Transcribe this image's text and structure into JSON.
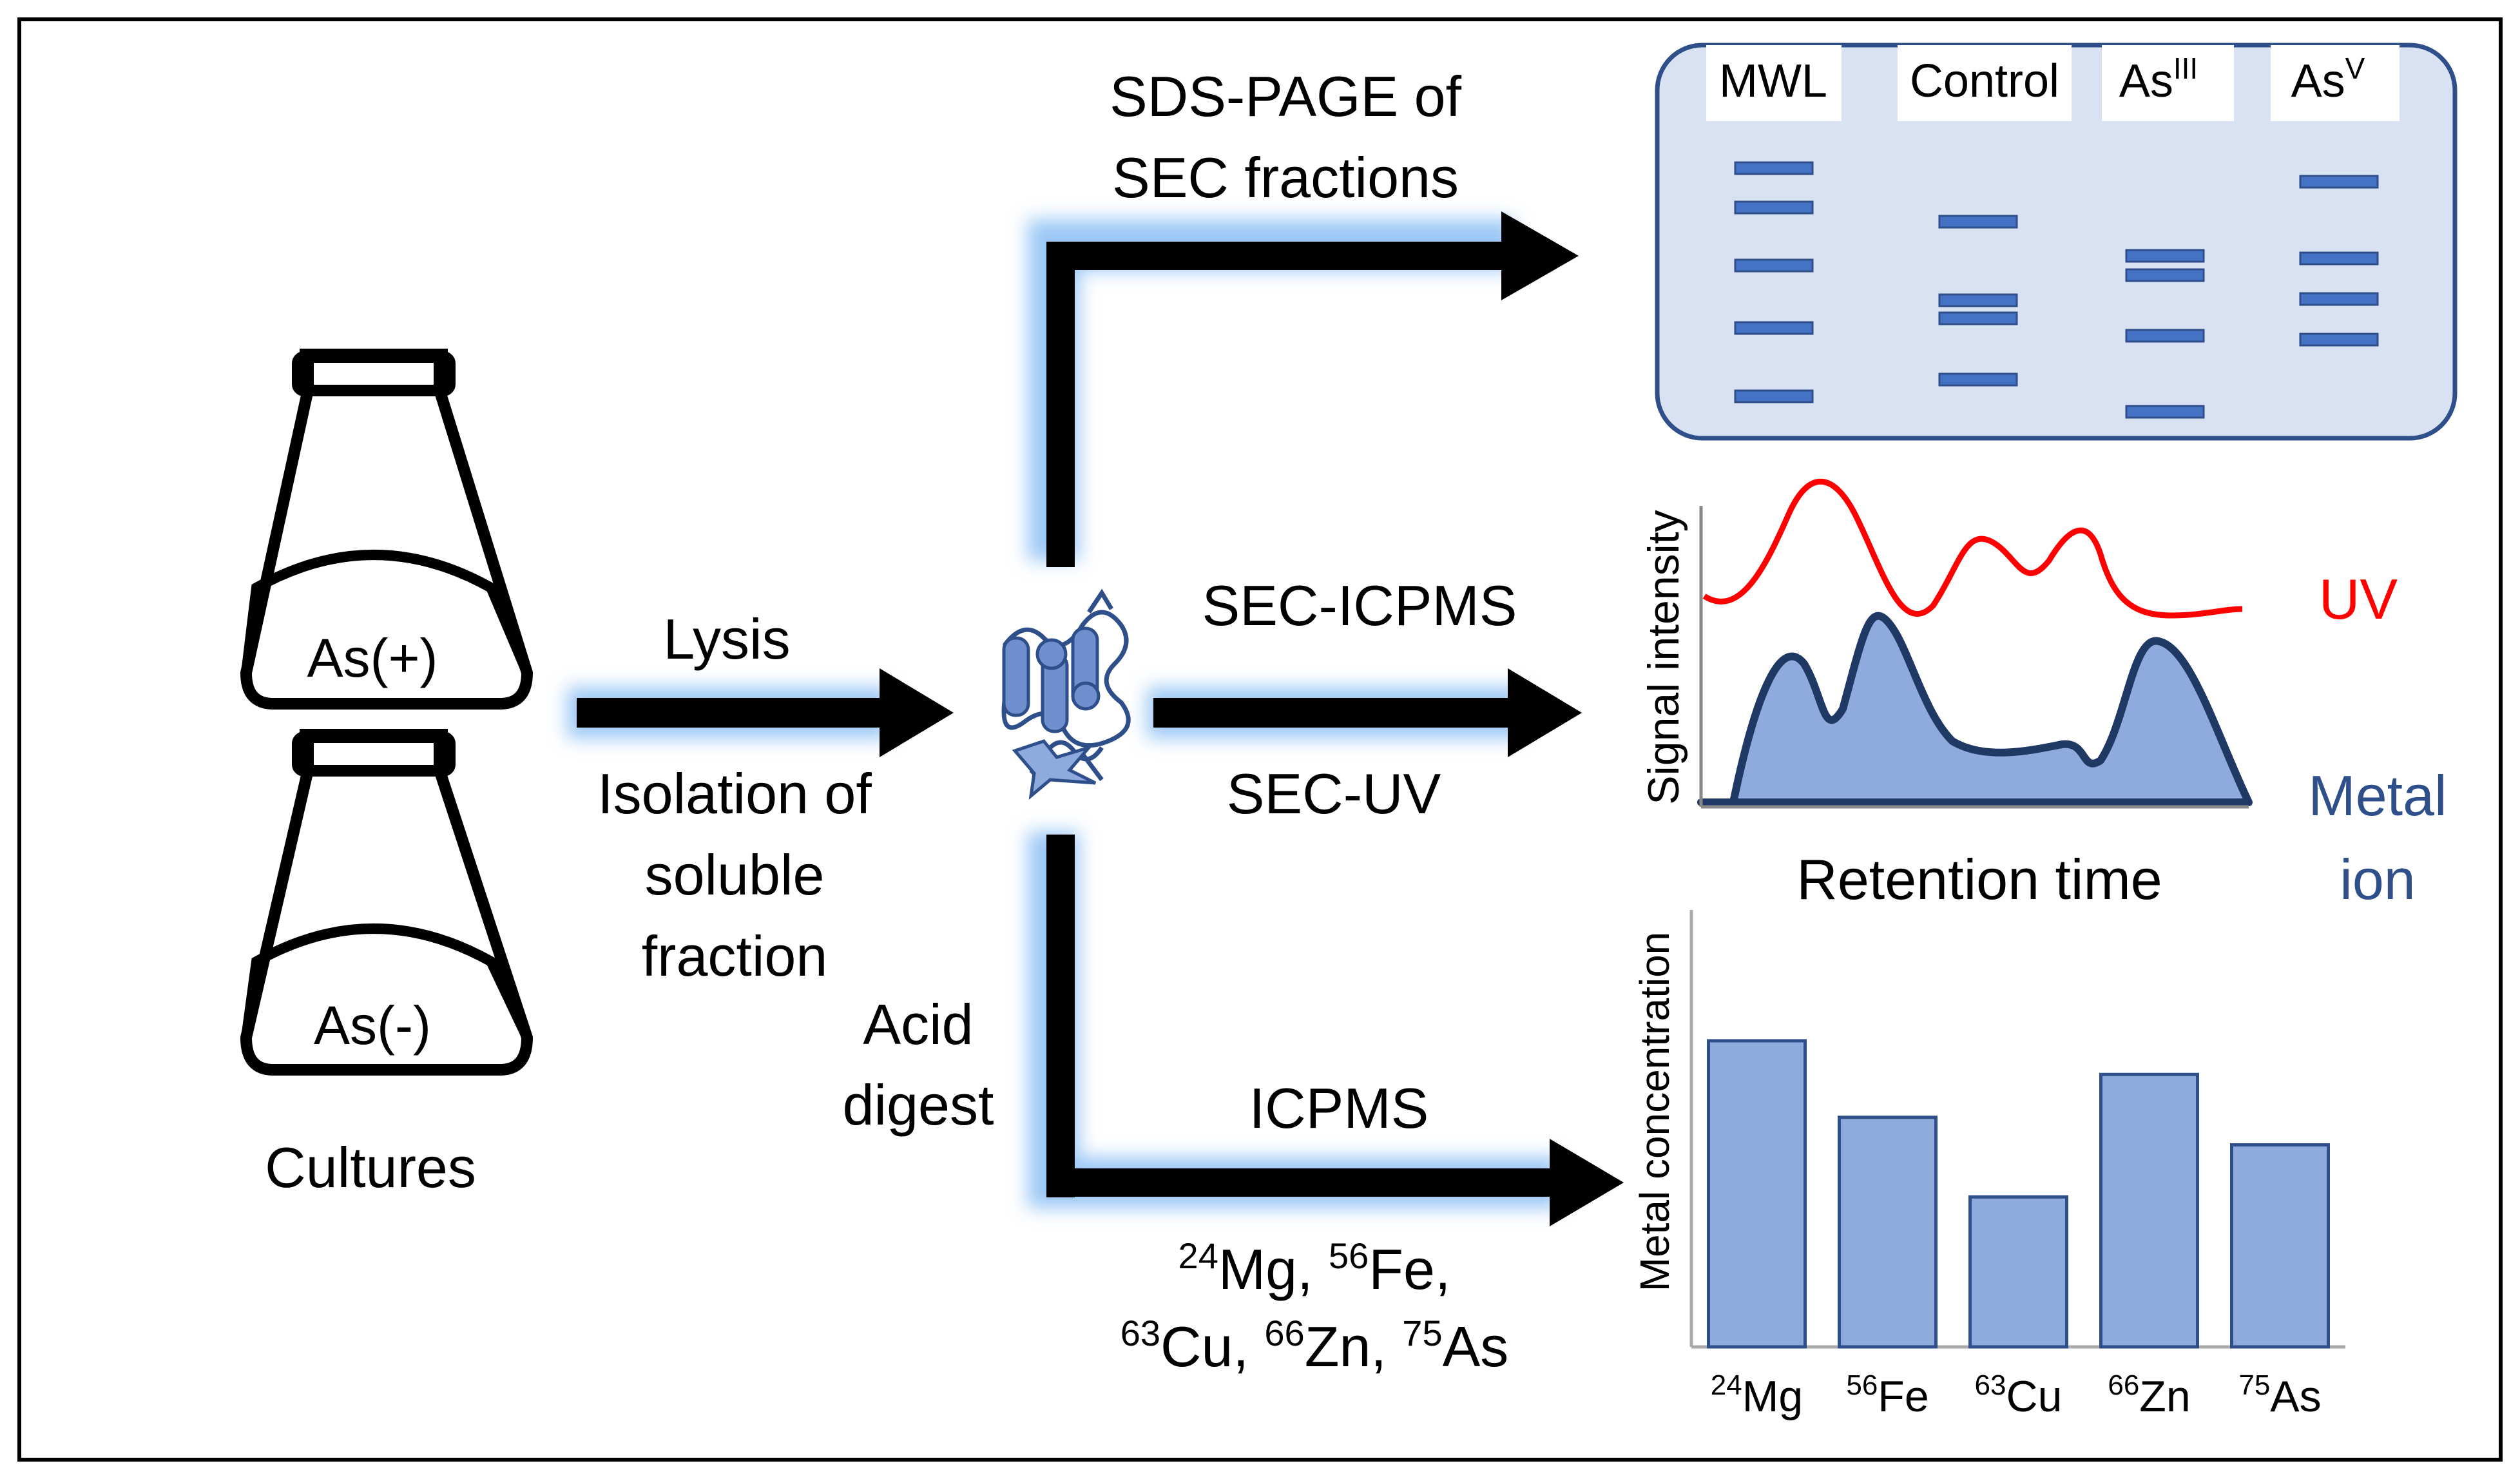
{
  "cultures": {
    "flask_top_label": "As(+)",
    "flask_bottom_label": "As(-)",
    "caption": "Cultures"
  },
  "lysis_step": {
    "label": "Lysis",
    "description_lines": [
      "Isolation of",
      "soluble",
      "fraction"
    ]
  },
  "acid_digest": {
    "lines": [
      "Acid",
      "digest"
    ]
  },
  "sds_page": {
    "title_lines": [
      "SDS-PAGE of",
      "SEC fractions"
    ],
    "lanes": [
      {
        "label": "MWL",
        "sup": ""
      },
      {
        "label": "Control",
        "sup": ""
      },
      {
        "label": "As",
        "sup": "III"
      },
      {
        "label": "As",
        "sup": "V"
      }
    ]
  },
  "sec": {
    "top_label": "SEC-ICPMS",
    "bottom_label": "SEC-UV",
    "ylabel": "Signal intensity",
    "xlabel": "Retention time",
    "uv_label": "UV",
    "metal_label_lines": [
      "Metal",
      "ion"
    ]
  },
  "icpms": {
    "label": "ICPMS",
    "isotope_lines": [
      [
        {
          "sup": "24",
          "sym": "Mg"
        },
        {
          "sup": "56",
          "sym": "Fe"
        }
      ],
      [
        {
          "sup": "63",
          "sym": "Cu"
        },
        {
          "sup": "66",
          "sym": "Zn"
        },
        {
          "sup": "75",
          "sym": "As"
        }
      ]
    ]
  },
  "colors": {
    "arrow": "#000000",
    "glow": "#9cc8f5",
    "gel_fill": "#d9e2f2",
    "gel_border": "#2f4f8a",
    "band": "#4472c4",
    "uv_line": "#ff0000",
    "metal_fill": "#8faadc",
    "metal_line": "#1f3864",
    "bar_fill": "#8faadc",
    "bar_stroke": "#2f4f8a"
  },
  "chart_data": {
    "type": "bar",
    "categories": [
      {
        "sup": "24",
        "sym": "Mg"
      },
      {
        "sup": "56",
        "sym": "Fe"
      },
      {
        "sup": "63",
        "sym": "Cu"
      },
      {
        "sup": "66",
        "sym": "Zn"
      },
      {
        "sup": "75",
        "sym": "As"
      }
    ],
    "values": [
      100,
      75,
      49,
      89,
      66
    ],
    "ylabel": "Metal concentration",
    "xlabel": "",
    "title": "",
    "ylim": [
      0,
      100
    ]
  }
}
